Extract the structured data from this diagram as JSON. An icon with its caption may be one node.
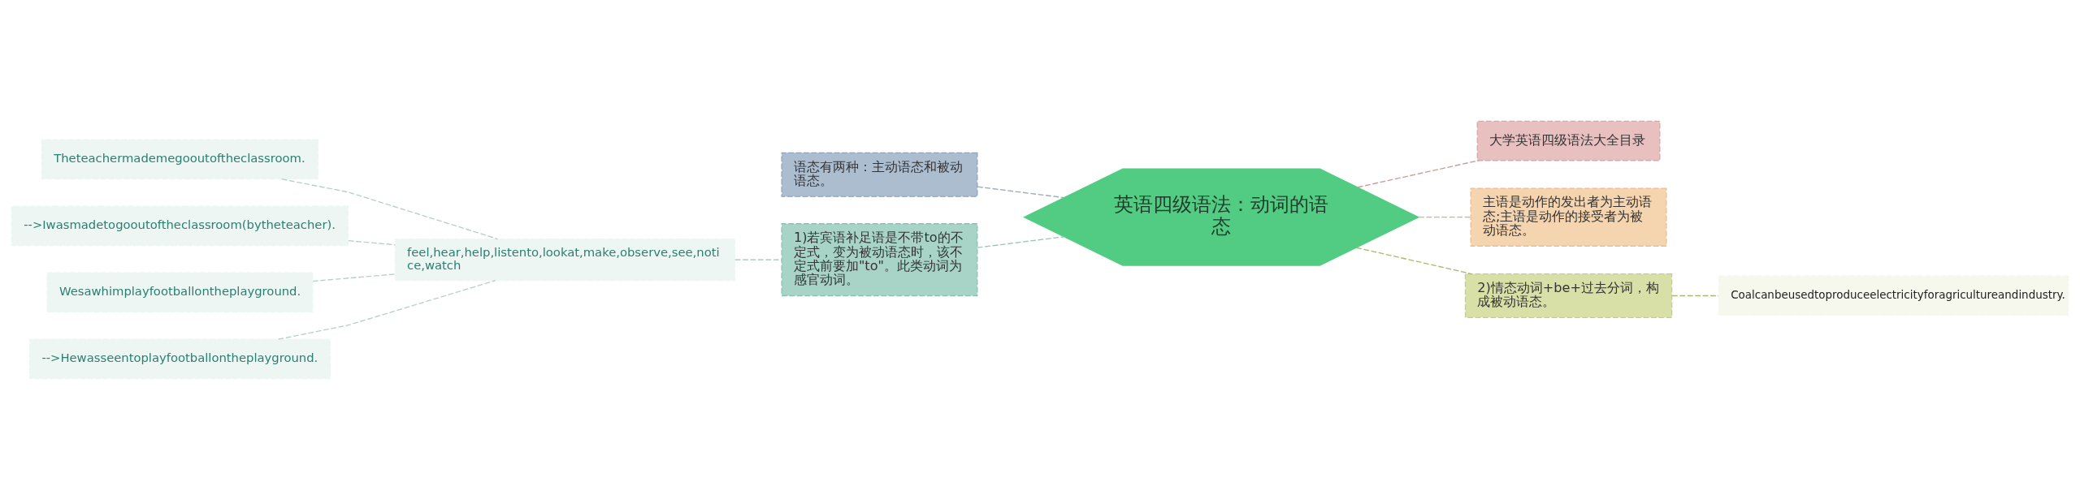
{
  "diagram": {
    "nodes": [
      {
        "text": [
          "英语四级语法：动词的语态"
        ]
      },
      {
        "text": [
          "语态有两种：主动语态和被动语态。"
        ]
      },
      {
        "text": [
          "1)若宾语补足语是不带to的不定式，变为被动语态时，该不定式前要加\"to\"。此类动词为感官动词。"
        ]
      },
      {
        "text": [
          "feel,hear,help,listento,lookat,make,observe,see,notice,watch"
        ]
      },
      {
        "text": [
          "Theteachermademegooutoftheclassroom."
        ]
      },
      {
        "text": [
          "-->Iwasmadetogooutoftheclassroom(bytheteacher)."
        ]
      },
      {
        "text": [
          "Wesawhimplayfootballontheplayground."
        ]
      },
      {
        "text": [
          "-->Hewasseentoplayfootballontheplayground."
        ]
      },
      {
        "text": [
          "大学英语四级语法大全目录"
        ]
      },
      {
        "text": [
          "主语是动作的发出者为主动语态;主语是动作的接受者为被动语态。"
        ]
      },
      {
        "text": [
          "2)情态动词+be+过去分词，构成被动语态。"
        ]
      },
      {
        "text": [
          "Coalcanbeusedtoproduceelectricityforagricultureandindustry."
        ]
      }
    ],
    "edges": [
      {
        "from": 1,
        "to": 0,
        "arrow": "none",
        "style": "dashed"
      },
      {
        "from": 2,
        "to": 0,
        "arrow": "none",
        "style": "dashed"
      },
      {
        "from": 3,
        "to": 2,
        "arrow": "none",
        "style": "dashed"
      },
      {
        "from": 4,
        "to": 3,
        "arrow": "none",
        "style": "dashed"
      },
      {
        "from": 5,
        "to": 3,
        "arrow": "none",
        "style": "dashed"
      },
      {
        "from": 6,
        "to": 3,
        "arrow": "none",
        "style": "dashed"
      },
      {
        "from": 7,
        "to": 3,
        "arrow": "none",
        "style": "dashed"
      },
      {
        "from": 0,
        "to": 8,
        "arrow": "none",
        "style": "dashed"
      },
      {
        "from": 0,
        "to": 9,
        "arrow": "none",
        "style": "dashed"
      },
      {
        "from": 0,
        "to": 10,
        "arrow": "none",
        "style": "dashed"
      },
      {
        "from": 10,
        "to": 11,
        "arrow": "none",
        "style": "dashed"
      }
    ]
  }
}
